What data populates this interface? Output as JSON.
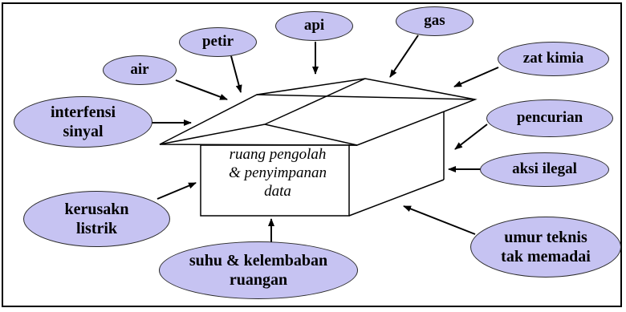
{
  "room": {
    "label": "ruang pengolah\n& penyimpanan\ndata"
  },
  "threats": {
    "api": "api",
    "gas": "gas",
    "petir": "petir",
    "air": "air",
    "zat_kimia": "zat kimia",
    "interfensi_sinyal": "interfensi\nsinyal",
    "pencurian": "pencurian",
    "aksi_ilegal": "aksi ilegal",
    "kerusakan_listrik": "kerusakn\nlistrik",
    "umur_teknis": "umur teknis\ntak memadai",
    "suhu_kelembaban": "suhu & kelembaban\nruangan"
  },
  "colors": {
    "ellipse_fill": "#c6c3f2",
    "stroke": "#000000"
  }
}
